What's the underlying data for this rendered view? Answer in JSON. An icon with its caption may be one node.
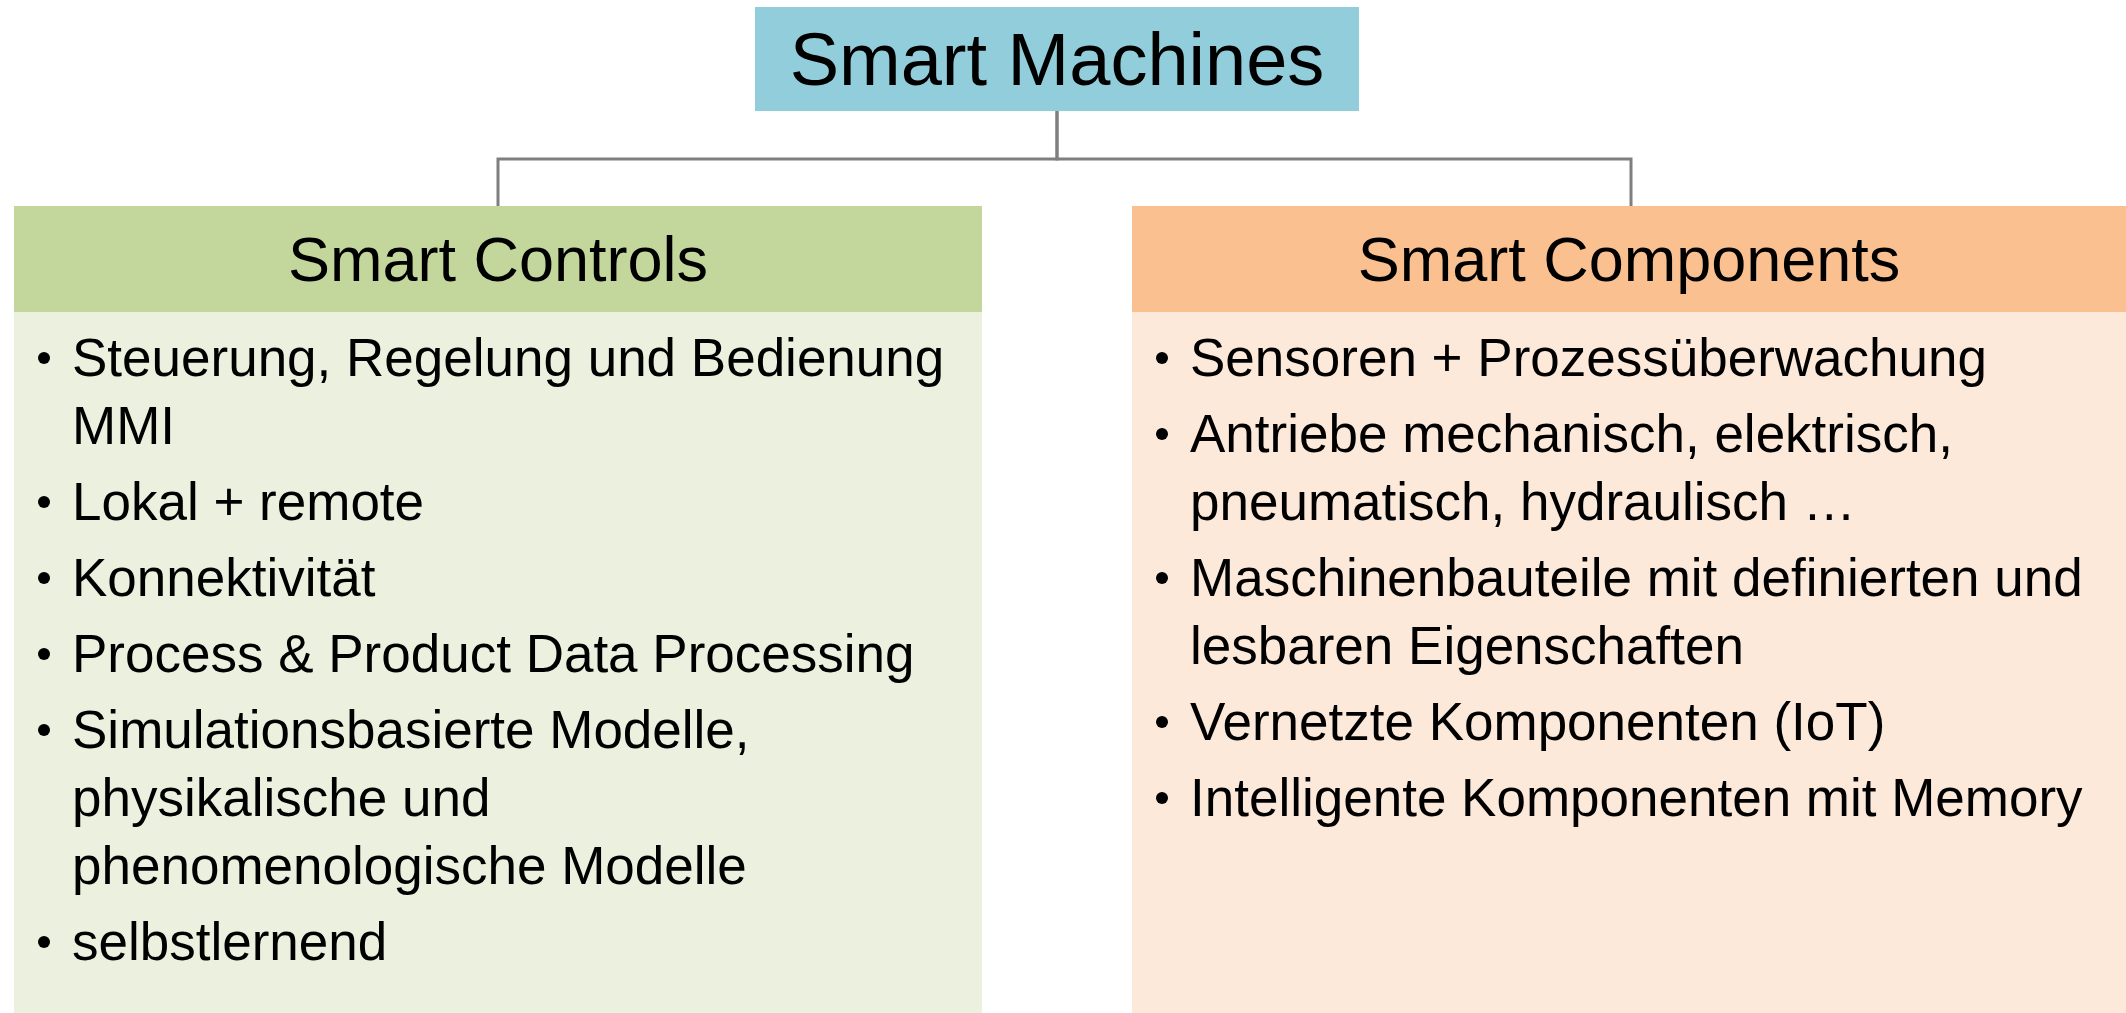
{
  "diagram": {
    "nodes": [
      {
        "text": [
          "Smart Machines"
        ]
      },
      {
        "text": [
          "Smart Controls",
          "Steuerung, Regelung und Bedienung MMI",
          "Lokal + remote",
          "Konnektivität",
          "Process & Product Data Processing",
          "Simulationsbasierte Modelle, physikalische und phenomenologische Modelle",
          "selbstlernend"
        ]
      },
      {
        "text": [
          "Smart Components",
          "Sensoren + Prozessüberwachung",
          "Antriebe mechanisch, elektrisch, pneumatisch, hydraulisch …",
          "Maschinenbauteile mit definierten und lesbaren Eigenschaften",
          "Vernetzte Komponenten (IoT)",
          "Intelligente Komponenten mit Memory"
        ]
      }
    ],
    "edges": [
      {
        "from": 0,
        "to": 1,
        "arrow": "none"
      },
      {
        "from": 0,
        "to": 2,
        "arrow": "none"
      }
    ]
  }
}
